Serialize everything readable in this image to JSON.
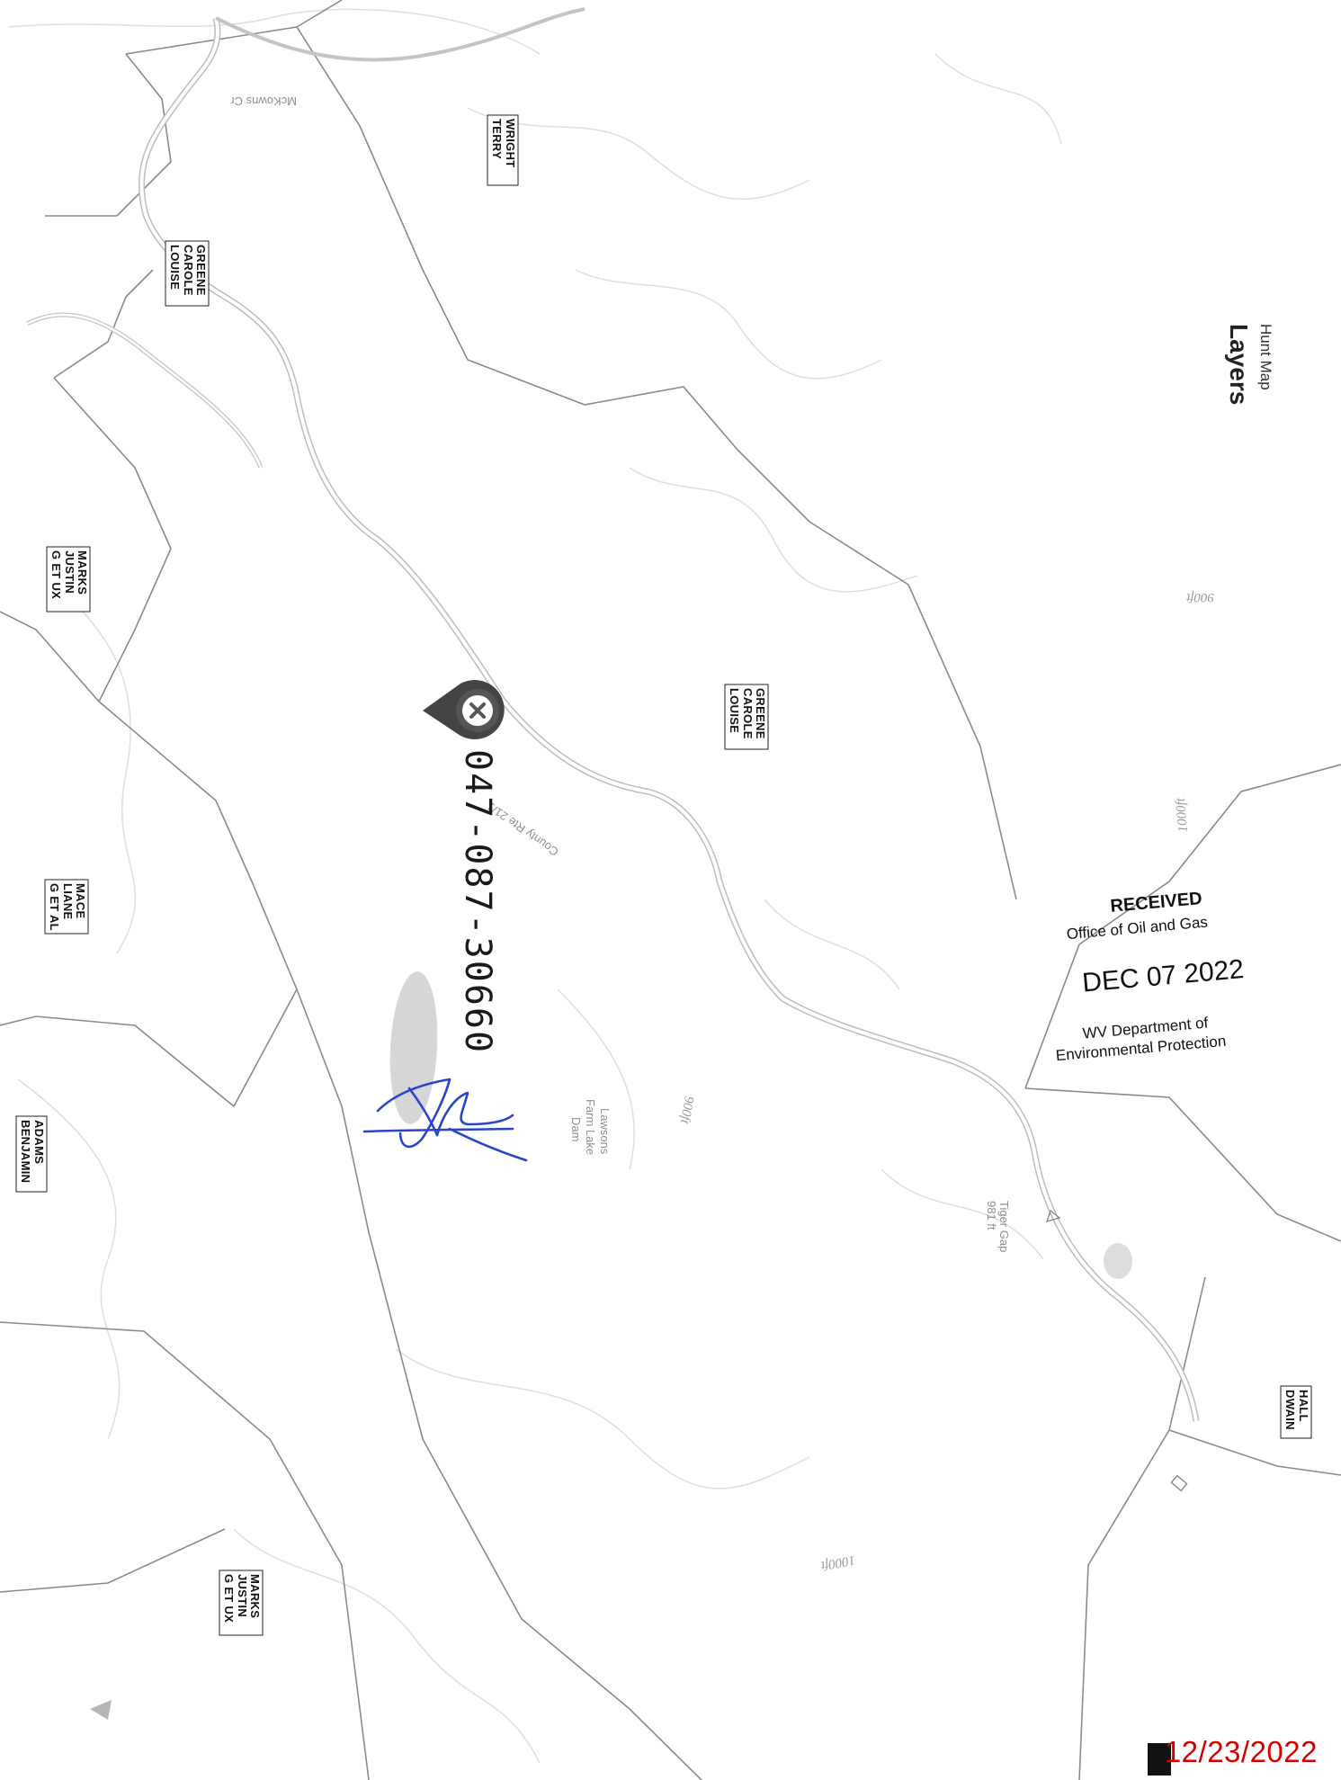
{
  "map": {
    "header_title": "Layers",
    "header_subtitle": "Hunt Map",
    "owners": [
      {
        "id": "wright",
        "lines": [
          "WRIGHT",
          "TERRY"
        ]
      },
      {
        "id": "greene1",
        "lines": [
          "GREENE",
          "CAROLE",
          "LOUISE"
        ]
      },
      {
        "id": "greene2",
        "lines": [
          "GREENE",
          "CAROLE",
          "LOUISE"
        ]
      },
      {
        "id": "marks1",
        "lines": [
          "MARKS",
          "JUSTIN",
          "G ET UX"
        ]
      },
      {
        "id": "mace",
        "lines": [
          "MACE",
          "LIANE",
          "G ET AL"
        ]
      },
      {
        "id": "adams",
        "lines": [
          "ADAMS",
          "BENJAMIN"
        ]
      },
      {
        "id": "marks2",
        "lines": [
          "MARKS",
          "JUSTIN",
          "G ET UX"
        ]
      },
      {
        "id": "hall",
        "lines": [
          "HALL",
          "DWAIN"
        ]
      }
    ],
    "road_labels": {
      "mckowns": "McKowns Cr",
      "county_rte": "County Rte 21/1",
      "lawsons": [
        "Lawsons",
        "Farm Lake",
        "Dam"
      ],
      "tiger_gap": [
        "Tiger Gap",
        "981 ft"
      ]
    },
    "elevations": {
      "e1": "900ft",
      "e2": "1000ft",
      "e3": "900ft",
      "e4": "1000ft"
    },
    "permit_number": "047-087-30660",
    "stamp": {
      "received": "RECEIVED",
      "office": "Office of Oil and Gas",
      "date": "DEC 07 2022",
      "dept1": "WV Department of",
      "dept2": "Environmental Protection"
    },
    "footer_date": "12/23/2022"
  },
  "colors": {
    "boundary": "#888888",
    "road": "#b9b9b9",
    "contour": "#dcdcdc",
    "lake": "#d7d7d7",
    "signature": "#2746c9",
    "footer": "#d40000"
  },
  "icons": {
    "well_marker": "map-pin-close-icon",
    "navigation": "navigation-arrow-icon"
  }
}
